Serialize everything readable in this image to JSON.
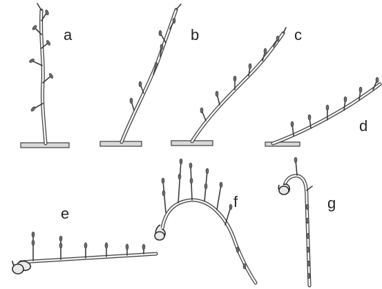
{
  "figure": {
    "panels": [
      {
        "id": "a",
        "label": "a"
      },
      {
        "id": "b",
        "label": "b"
      },
      {
        "id": "c",
        "label": "c"
      },
      {
        "id": "d",
        "label": "d"
      },
      {
        "id": "e",
        "label": "e"
      },
      {
        "id": "f",
        "label": "f"
      },
      {
        "id": "g",
        "label": "g"
      }
    ]
  },
  "colors": {
    "line": "#3a3a3a",
    "stem_fill": "#f4f4f4",
    "ground": "#d9d9d9",
    "background": "#ffffff"
  }
}
